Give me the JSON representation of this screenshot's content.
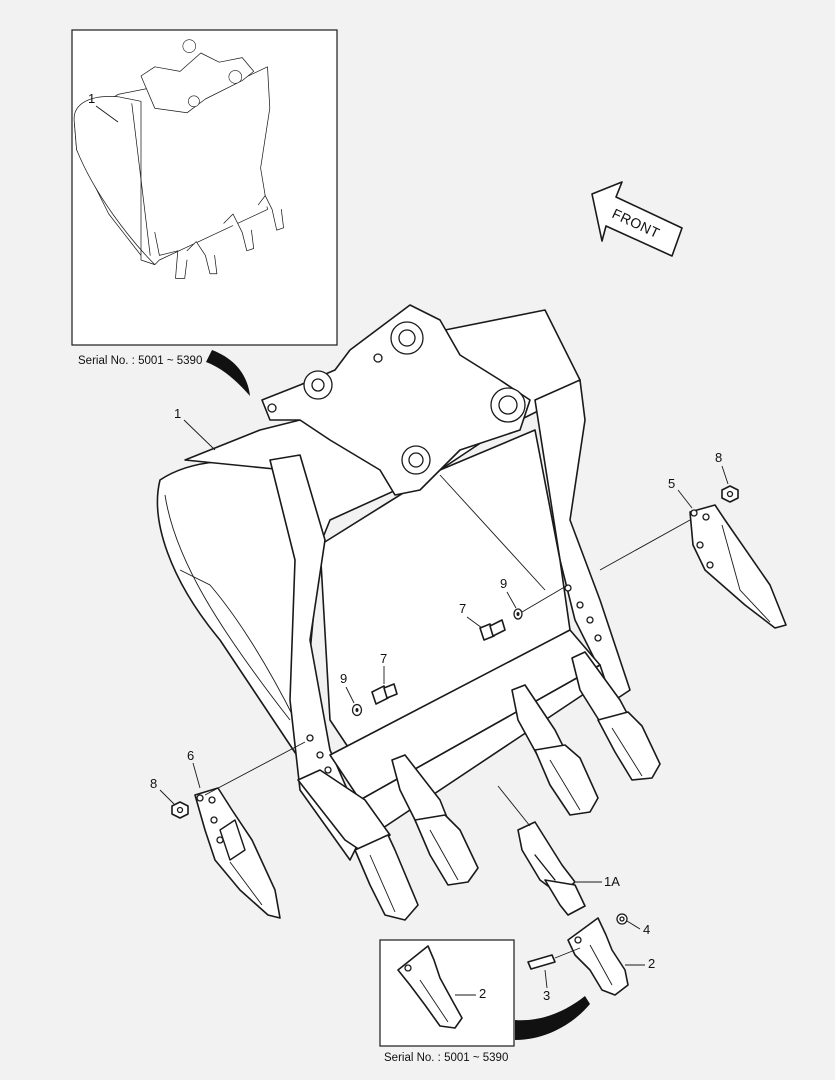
{
  "diagram": {
    "serial_top": "Serial No. : 5001 ~ 5390",
    "serial_bottom": "Serial No. : 5001 ~ 5390",
    "front_label": "FRONT",
    "callouts": {
      "inset_top_1": "1",
      "main_1": "1",
      "c5": "5",
      "c8_right": "8",
      "c9_right": "9",
      "c7_right": "7",
      "c9_left": "9",
      "c7_left": "7",
      "c6": "6",
      "c8_left": "8",
      "c1a": "1A",
      "c4": "4",
      "c2_right": "2",
      "c3": "3",
      "inset_bottom_2": "2"
    }
  }
}
